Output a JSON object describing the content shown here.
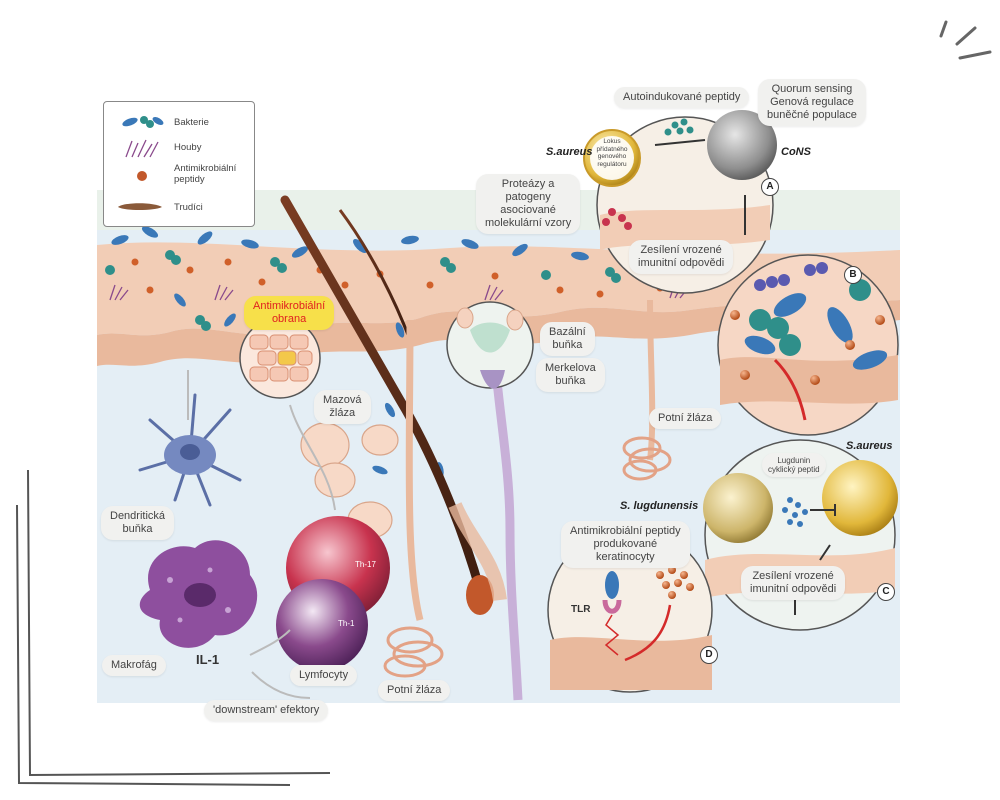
{
  "legend": {
    "items": [
      {
        "label_lines": [
          "Bakterie"
        ],
        "icon": "bacteria-icon"
      },
      {
        "label_lines": [
          "Houby"
        ],
        "icon": "fungi-icon"
      },
      {
        "label_lines": [
          "Antimikrobiální",
          "peptidy"
        ],
        "icon": "peptide-icon"
      },
      {
        "label_lines": [
          "Trudíci"
        ],
        "icon": "mite-icon"
      }
    ]
  },
  "labels": {
    "autoinducing": [
      "Autoindukované peptidy"
    ],
    "quorum": [
      "Quorum sensing",
      "Genová regulace",
      "buněčné populace"
    ],
    "saureus_top": "S.aureus",
    "cons": "CoNS",
    "locus": [
      "Lokus",
      "přídatného",
      "genového",
      "regulátoru"
    ],
    "proteases": [
      "Proteázy a",
      "patogeny",
      "asociované",
      "molekulární vzory"
    ],
    "innate_a": [
      "Zesílení vrozené",
      "imunitní odpovědi"
    ],
    "antimicrobial_defense": [
      "Antimikrobiální",
      "obrana"
    ],
    "basal": [
      "Bazální",
      "buňka"
    ],
    "merkel": [
      "Merkelova",
      "buňka"
    ],
    "sebaceous": [
      "Mazová",
      "žláza"
    ],
    "sweat_right": [
      "Potní žláza"
    ],
    "dendritic": [
      "Dendritická",
      "buňka"
    ],
    "macrophage": [
      "Makrofág"
    ],
    "il1": "IL-1",
    "lymphocytes": [
      "Lymfocyty"
    ],
    "downstream": [
      "'downstream' efektory"
    ],
    "sweat_bottom": [
      "Potní žláza"
    ],
    "th17": "Th-17",
    "th1": "Th-1",
    "slugdunensis": "S. lugdunensis",
    "amp_keratinocytes": [
      "Antimikrobiální peptidy",
      "produkované",
      "keratinocyty"
    ],
    "tlr": "TLR",
    "lugdunin": [
      "Lugdunin",
      "cyklický peptid"
    ],
    "saureus_right": "S.aureus",
    "innate_c": [
      "Zesílení vrozené",
      "imunitní odpovědi"
    ],
    "letter_a": "A",
    "letter_b": "B",
    "letter_c": "C",
    "letter_d": "D"
  },
  "colors": {
    "epidermis": "#f2cdb6",
    "dermis": "#e3eef5",
    "bacteria_blue": "#3a78b8",
    "bacteria_teal": "#2f8f8a",
    "peptide_orange": "#d0602a",
    "hair_brown": "#5a2d1a",
    "highlight_yellow": "#f7e04a",
    "highlight_red": "#e02020"
  }
}
